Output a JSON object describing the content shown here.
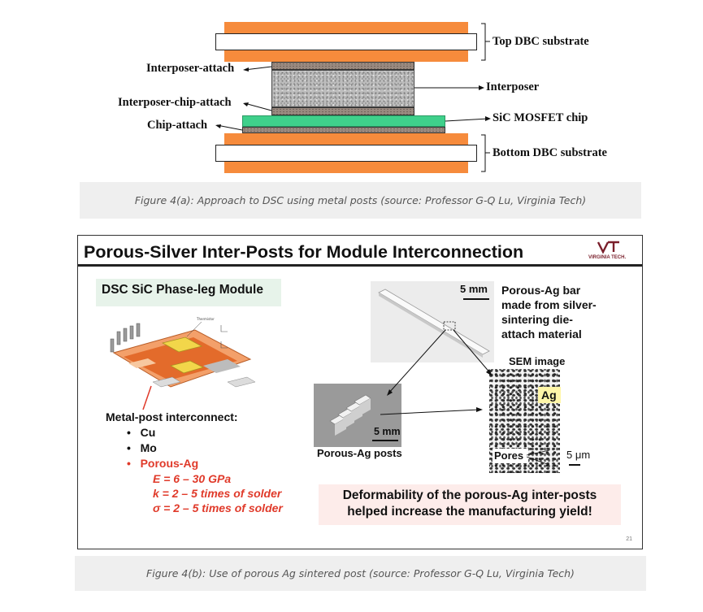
{
  "figure_a": {
    "labels": {
      "top_dbc": "Top DBC substrate",
      "interposer_attach": "Interposer-attach",
      "interposer": "Interposer",
      "interposer_chip_attach": "Interposer-chip-attach",
      "sic_mosfet_chip": "SiC MOSFET chip",
      "chip_attach": "Chip-attach",
      "bottom_dbc": "Bottom DBC substrate"
    },
    "caption": "Figure 4(a): Approach to DSC using metal posts (source: Professor G-Q Lu, Virginia Tech)"
  },
  "figure_b": {
    "slide": {
      "title": "Porous-Silver Inter-Posts for Module Interconnection",
      "logo_text": "VIRGINIA TECH.",
      "module_title": "DSC SiC Phase-leg Module",
      "thermistor_label": "Thermistor",
      "interconnect_heading": "Metal-post interconnect:",
      "bullets": [
        "Cu",
        "Mo",
        "Porous-Ag"
      ],
      "properties": [
        "E = 6 – 30 GPa",
        "k = 2 – 5 times of solder",
        "σ = 2 – 5 times of solder"
      ],
      "bar_scale": "5 mm",
      "bar_description": [
        "Porous-Ag bar",
        "made from silver-",
        "sintering die-",
        "attach material"
      ],
      "sem_label": "SEM image",
      "ag_label": "Ag",
      "pores_label": "Pores",
      "sem_scale": "5 μm",
      "posts_scale": "5 mm",
      "posts_label": "Porous-Ag posts",
      "deformability": [
        "Deformability of the porous-Ag inter-posts",
        "helped increase the manufacturing yield!"
      ],
      "page_number": "21"
    },
    "caption": "Figure 4(b): Use of porous Ag sintered post (source: Professor G-Q Lu, Virginia Tech)"
  },
  "colors": {
    "dbc_copper": "#f68b3c",
    "chip_green": "#3fd08b",
    "highlight_red": "#e03a2a",
    "caption_bg": "#efefef"
  }
}
